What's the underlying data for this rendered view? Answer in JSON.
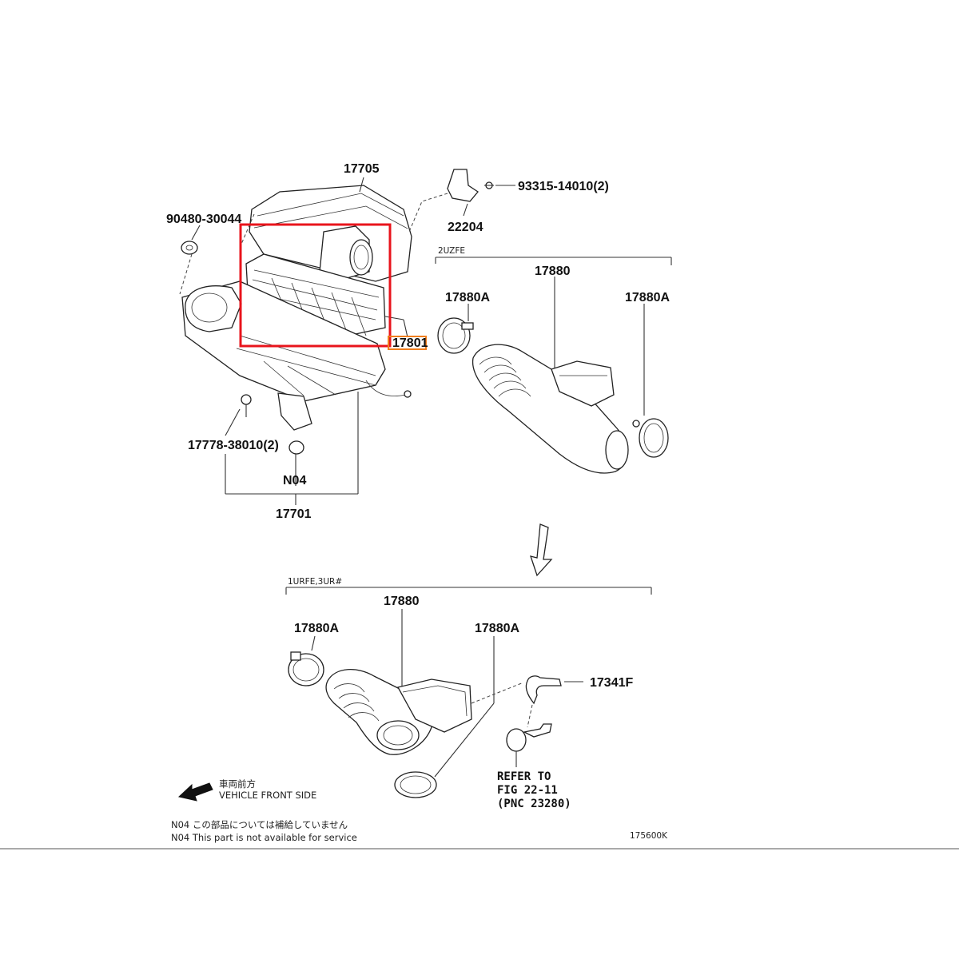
{
  "labels": {
    "p17705": "17705",
    "p90480": "90480-30044",
    "p93315": "93315-14010(2)",
    "p22204": "22204",
    "p17801": "17801",
    "p17778": "17778-38010(2)",
    "n04": "N04",
    "p17701": "17701",
    "upper_cond": "2UZFE",
    "upper_17880": "17880",
    "upper_17880a_left": "17880A",
    "upper_17880a_right": "17880A",
    "lower_cond": "1URFE,3UR#",
    "lower_17880": "17880",
    "lower_17880a_left": "17880A",
    "lower_17880a_right": "17880A",
    "p17341f": "17341F",
    "refer_line1": "REFER TO",
    "refer_line2": "FIG 22-11",
    "refer_line3": "(PNC 23280)",
    "front_jp": "車両前方",
    "front_en": "VEHICLE FRONT SIDE",
    "note_jp": "N04 この部品については補給していません",
    "note_en": "N04 This part is not available for service",
    "fig_code": "175600K"
  },
  "highlight": {
    "box_color": "#e8141c",
    "tag_color": "#f07e1e"
  }
}
